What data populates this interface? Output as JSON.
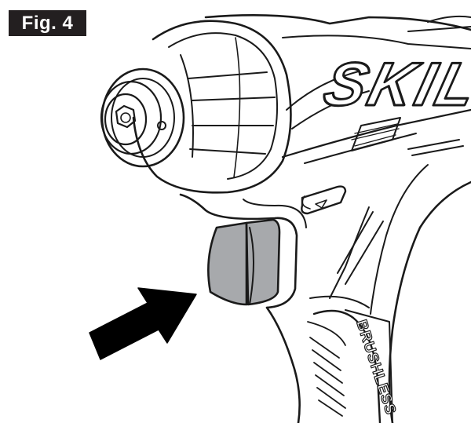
{
  "figure": {
    "label": "Fig. 4",
    "brand_text": "SKIL",
    "motor_text": "BRUSHLESS"
  },
  "colors": {
    "label_bg": "#231f20",
    "label_text": "#ffffff",
    "line": "#1a1a1a",
    "trigger_fill": "#a7a9ac",
    "arrow_fill": "#000000"
  },
  "icons": {
    "arrow": "arrow-icon",
    "direction_switch": "direction-switch-icon"
  }
}
